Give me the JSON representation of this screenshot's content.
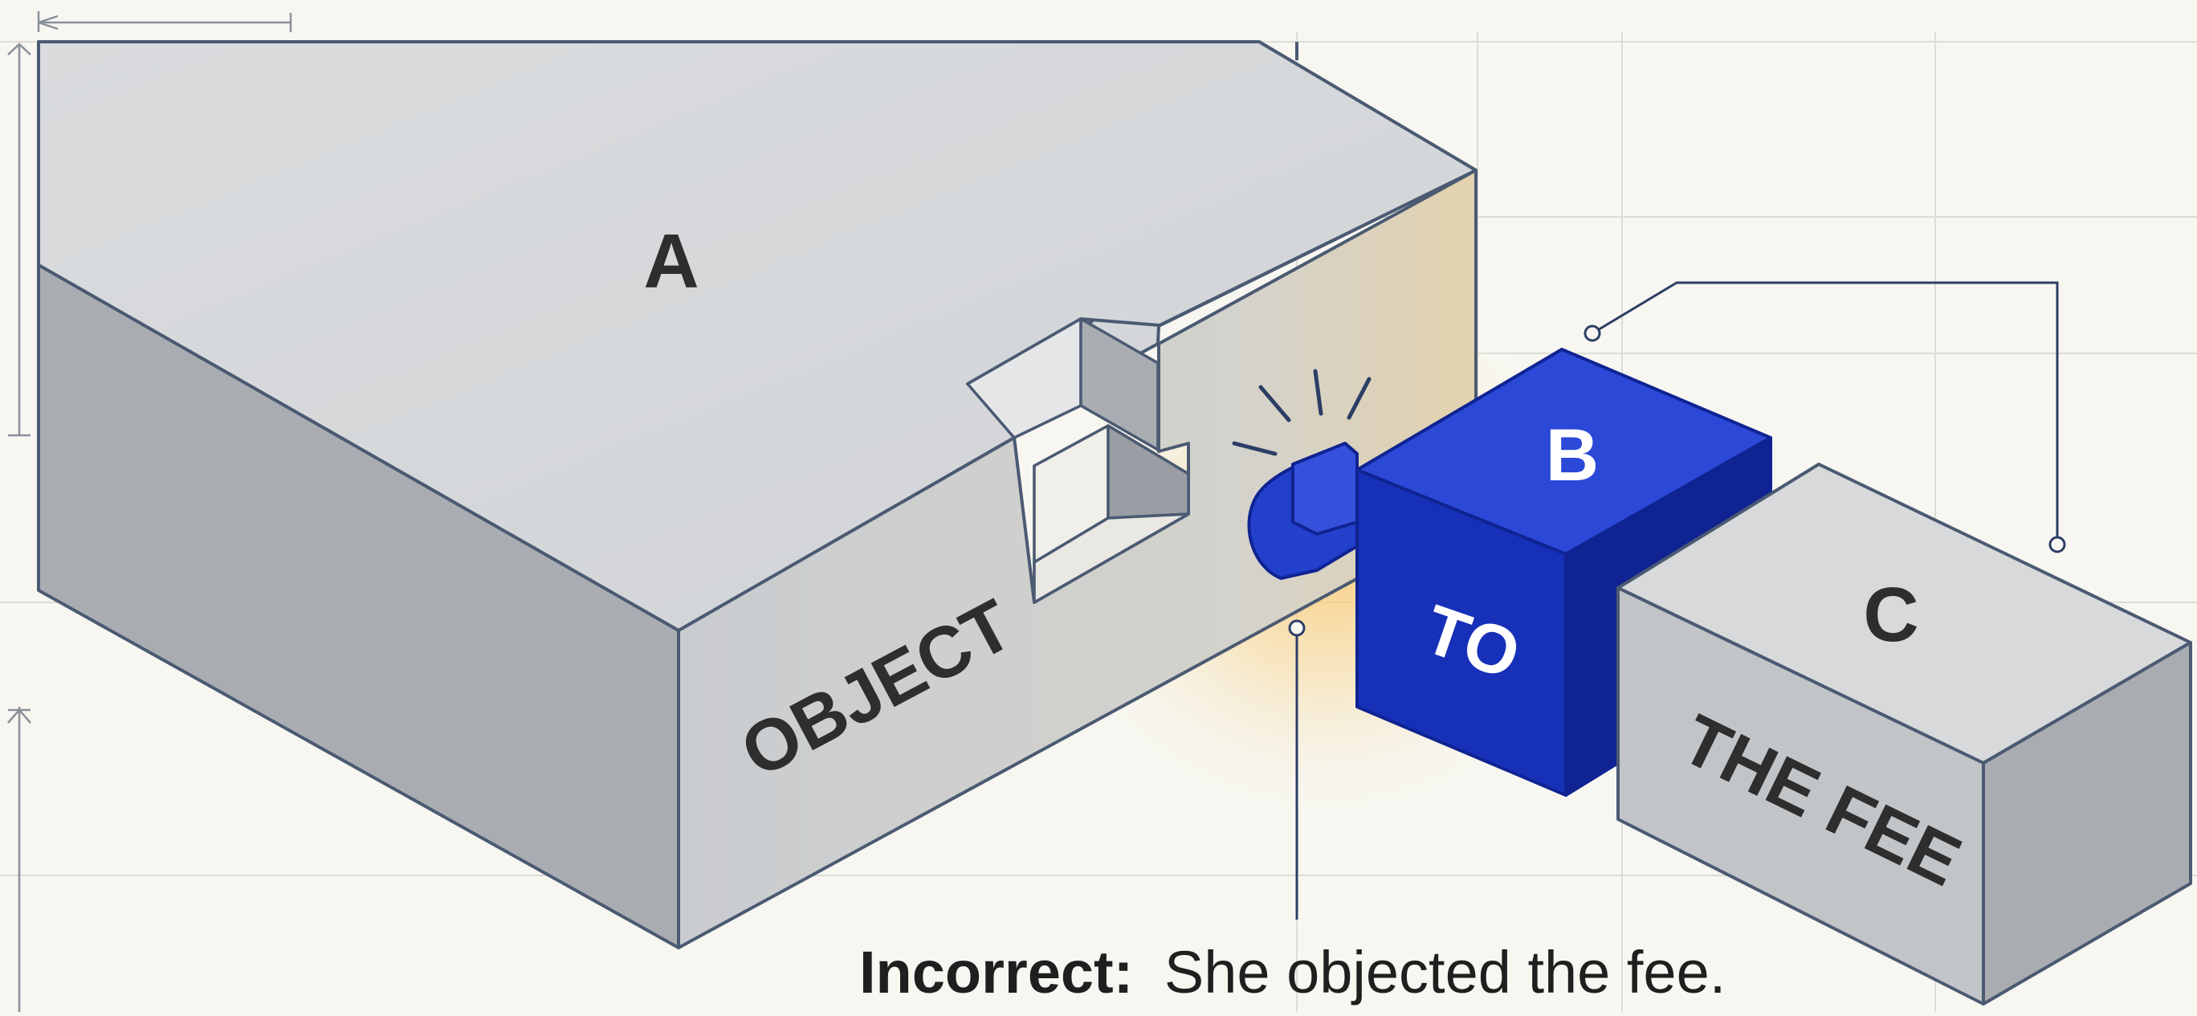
{
  "blocks": {
    "a": {
      "letter": "A",
      "word": "OBJECT"
    },
    "b": {
      "letter": "B",
      "word": "TO"
    },
    "c": {
      "letter": "C",
      "word": "THE FEE"
    }
  },
  "caption": {
    "label": "Incorrect:",
    "sentence": "She objected the fee."
  },
  "colors": {
    "background": "#f7f6f0",
    "grid": "#dcdcd6",
    "gray_top": "#d7d9db",
    "gray_front": "#c2c5c8",
    "gray_side": "#a9acb0",
    "outline": "#4b5a72",
    "blue_top": "#2b48d6",
    "blue_front": "#1730b8",
    "blue_side": "#0f2392",
    "leader": "#2c3e66",
    "glow": "#f5c26a"
  }
}
